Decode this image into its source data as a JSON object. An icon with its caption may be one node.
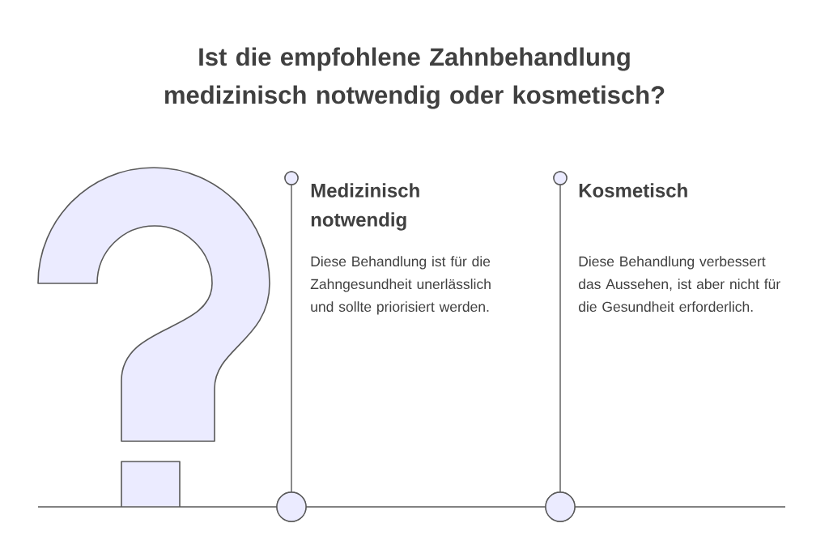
{
  "diagram": {
    "title": "Ist die empfohlene Zahnbehandlung medizinisch notwendig oder kosmetisch?",
    "labels": [
      "Medizinisch notwendig",
      "Diese Behandlung ist für die Zahngesundheit unerlässlich und sollte priorisiert werden.",
      "Kosmetisch",
      "Diese Behandlung verbessert das Aussehen, ist aber nicht für die Gesundheit erforderlich."
    ]
  }
}
